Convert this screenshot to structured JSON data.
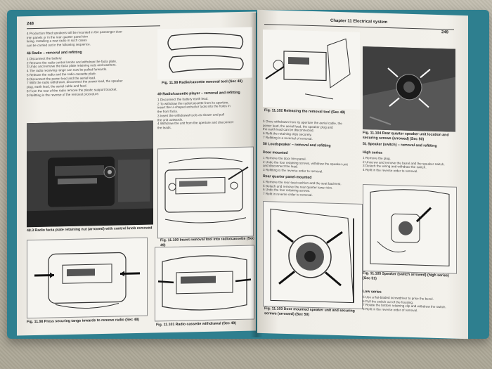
{
  "left_page": {
    "page_number": "248",
    "section_heading": "46 Radio – removal and refitting",
    "figure_captions": {
      "aerial": "Fig. 11.99 Radio/cassette removal tool (Sec 48)",
      "facia_plate": "48.3 Radio facia plate retaining nut (arrowed) with control knob removed",
      "insert_tool": "Fig. 11.100 Insert removal tool into radio/cassette (Sec 49)",
      "press_tangs": "Fig. 11.98 Press securing tangs inwards to remove radio (Sec 48)",
      "withdrawal": "Fig. 11.101 Radio cassette withdrawal (Sec 49)"
    },
    "sub_heading": "49 Radio/cassette player – removal and refitting"
  },
  "right_page": {
    "running_header": "Chapter 11 Electrical system",
    "page_number": "249",
    "figure_captions": {
      "release_tool": "Fig. 11.102 Releasing the removal tool (Sec 49)",
      "door_speaker": "Fig. 11.103 Door mounted speaker unit and securing screws (arrowed) (Sec 50)",
      "rear_speaker": "Fig. 11.104 Rear quarter speaker unit location and securing screws (arrowed) (Sec 50)",
      "speaker_high": "Fig. 11.105 Speaker (switch arrowed) (high series) (Sec 51)"
    },
    "headings": {
      "loudspeaker": "50 Loudspeaker – removal and refitting",
      "door_mounted": "Door mounted",
      "rear_quarter": "Rear quarter panel-mounted",
      "speaker_switch": "51 Speaker (switch) – removal and refitting",
      "high_series": "High series",
      "low_series": "Low series"
    }
  }
}
